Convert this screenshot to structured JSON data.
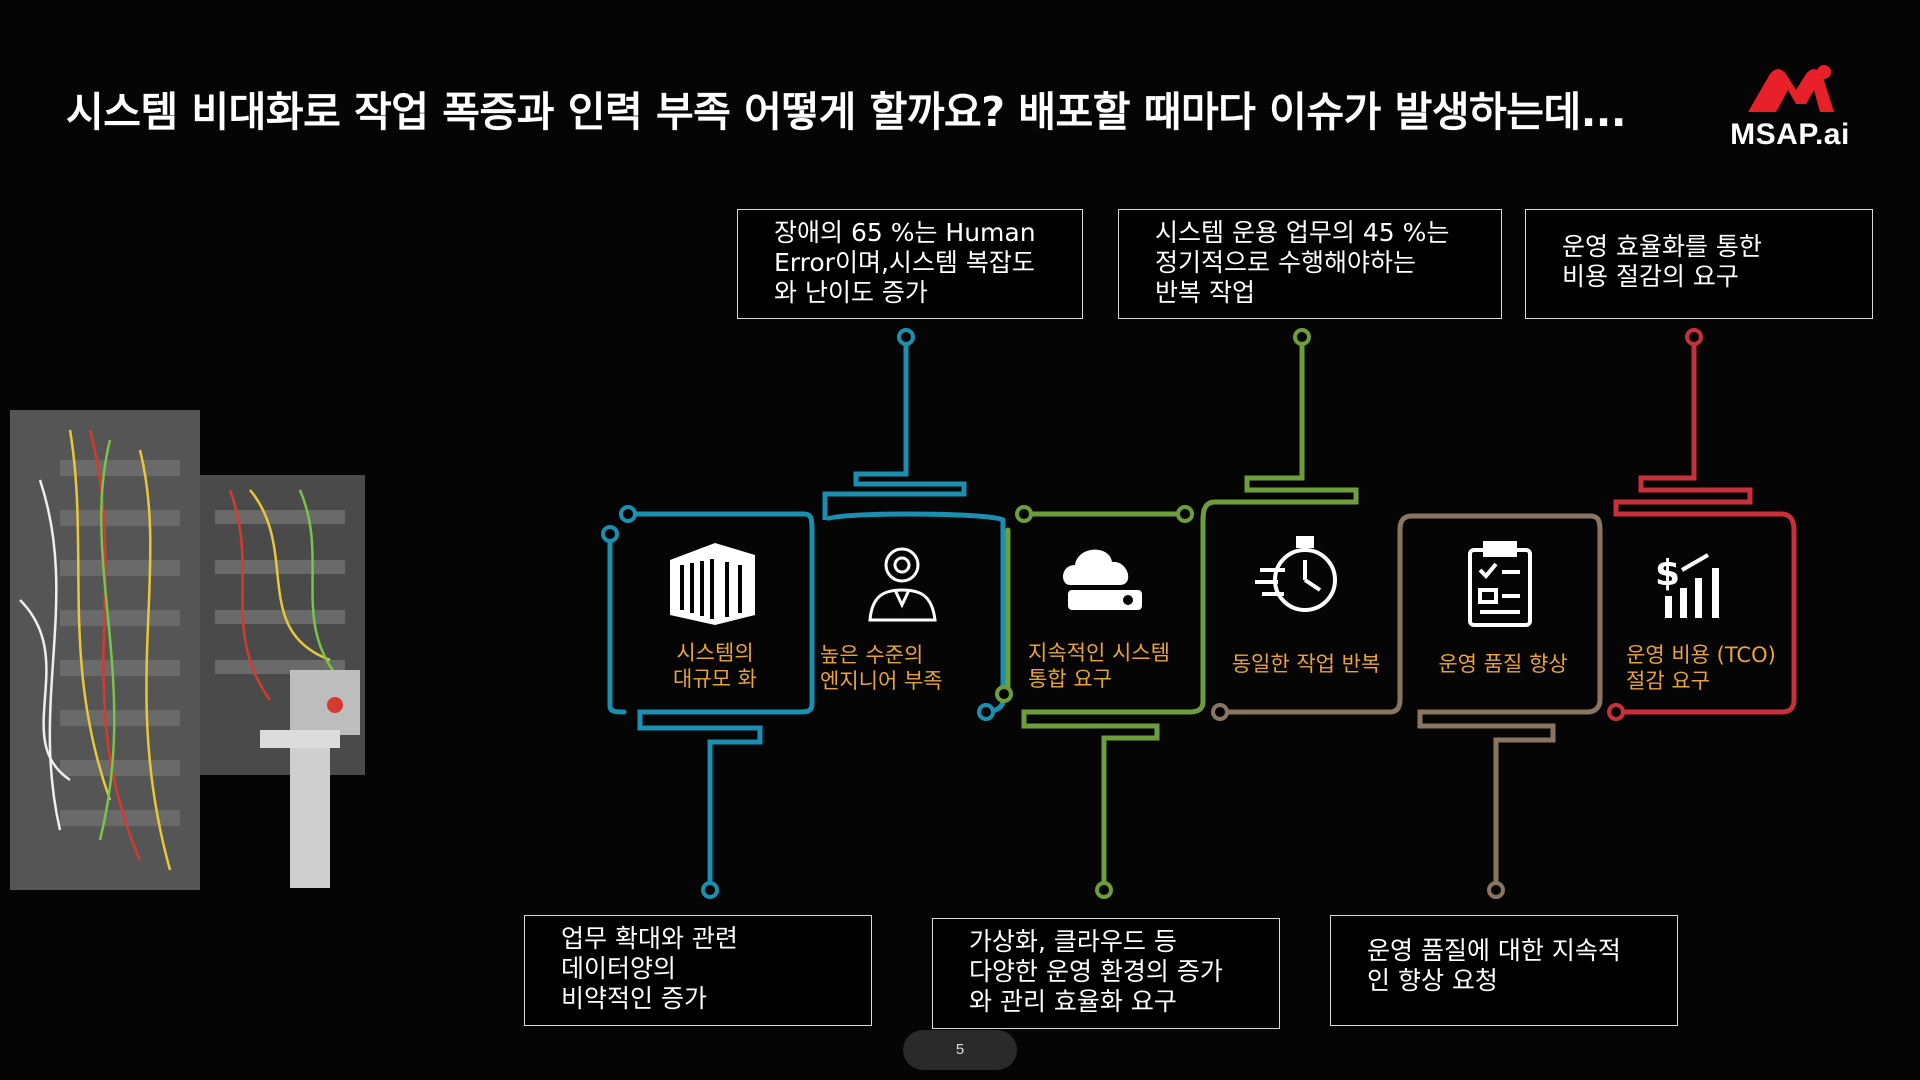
{
  "header": {
    "title": "시스템 비대화로 작업 폭증과 인력 부족 어떻게 할까요?  배포할 때마다 이슈가 발생하는데..."
  },
  "logo": {
    "text": "MSAP.ai",
    "color": "#e8202a"
  },
  "colors": {
    "blue": "#1a8fb0",
    "green": "#6e9e3c",
    "brown": "#8a7563",
    "red": "#c8303a",
    "label": "#e8a33a"
  },
  "callouts_top": [
    {
      "lines": [
        "장애의 65 %는 Human",
        "Error이며,시스템 복잡도",
        "와 난이도 증가"
      ]
    },
    {
      "lines": [
        "시스템 운용 업무의 45 %는",
        "정기적으로 수행해야하는",
        "반복 작업"
      ]
    },
    {
      "lines": [
        "운영 효율화를 통한",
        "비용 절감의 요구"
      ]
    }
  ],
  "callouts_bottom": [
    {
      "lines": [
        "업무 확대와 관련",
        "데이터양의",
        "비약적인 증가"
      ]
    },
    {
      "lines": [
        "가상화, 클라우드 등",
        "다양한 운영 환경의 증가",
        "와 관리 효율화 요구"
      ]
    },
    {
      "lines": [
        "운영 품질에 대한 지속적",
        "인 향상 요청"
      ]
    }
  ],
  "items": [
    {
      "lines": [
        "시스템의",
        "대규모 화"
      ],
      "icon": "building-icon"
    },
    {
      "lines": [
        "높은 수준의",
        "엔지니어 부족"
      ],
      "icon": "engineer-icon"
    },
    {
      "lines": [
        "지속적인 시스템",
        "통합 요구"
      ],
      "icon": "server-cloud-icon"
    },
    {
      "lines": [
        "동일한 작업 반복"
      ],
      "icon": "stopwatch-icon"
    },
    {
      "lines": [
        "운영 품질 향상"
      ],
      "icon": "clipboard-icon"
    },
    {
      "lines": [
        "운영 비용 (TCO)",
        "절감 요구"
      ],
      "icon": "cost-chart-icon"
    }
  ],
  "page": {
    "number": "5"
  }
}
